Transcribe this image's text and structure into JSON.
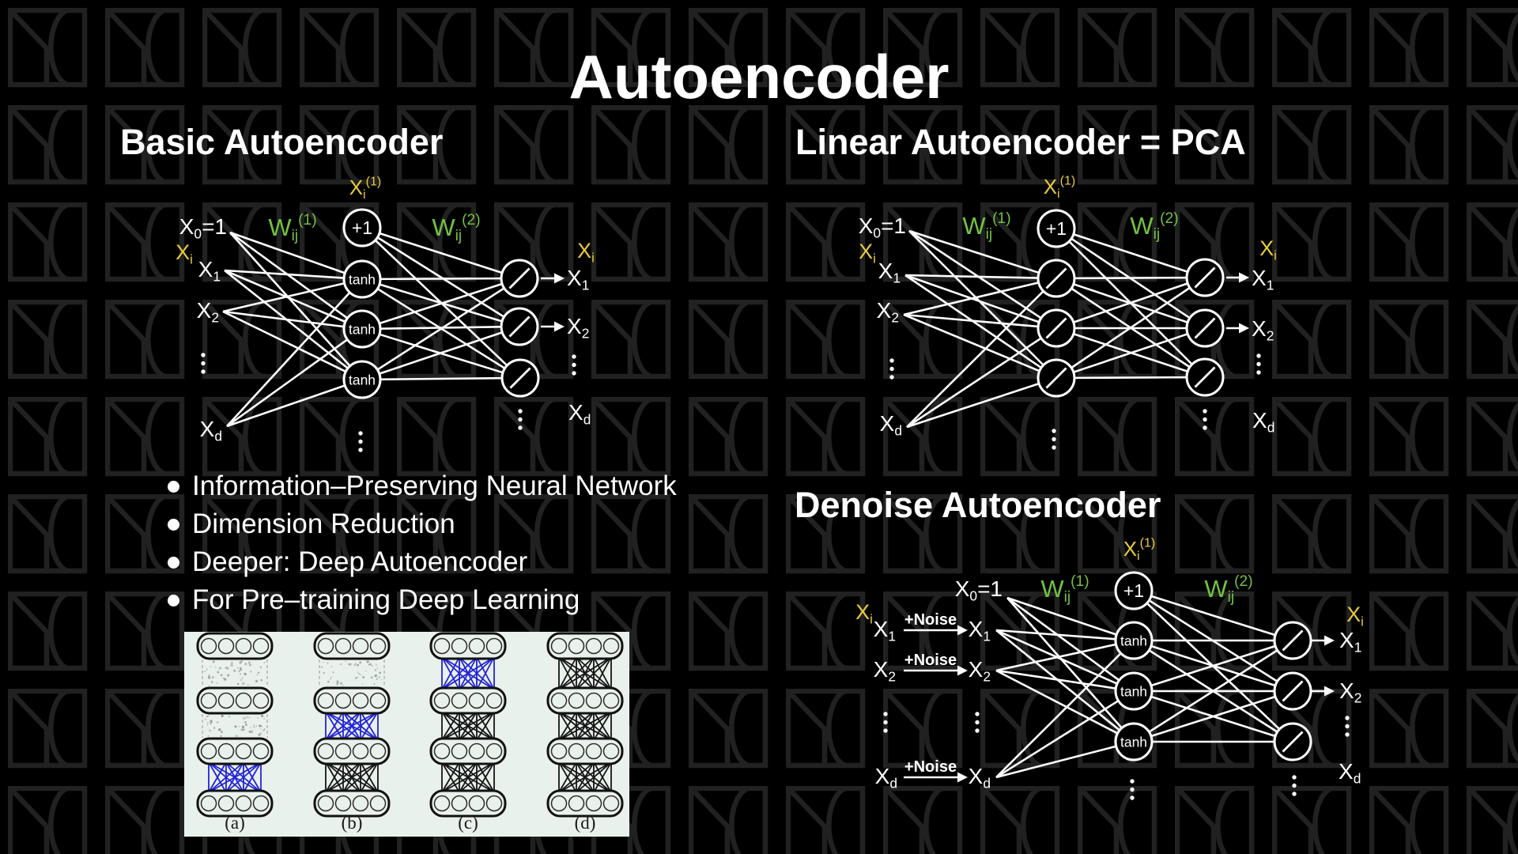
{
  "slide": {
    "title": "Autoencoder",
    "background_color": "#000000",
    "pattern_color": "#212121",
    "sections": {
      "basic": {
        "heading": "Basic Autoencoder"
      },
      "linear": {
        "heading": "Linear Autoencoder = PCA"
      },
      "denoise": {
        "heading": "Denoise Autoencoder"
      }
    },
    "bullets": [
      "Information–Preserving Neural Network",
      "Dimension Reduction",
      "Deeper: Deep Autoencoder",
      "For Pre–training Deep Learning"
    ]
  },
  "colors": {
    "text": "#ffffff",
    "yellow": "#e8cc3e",
    "green": "#72c243",
    "figure_bg": "#e9f1ec",
    "figure_blue": "#2323d6",
    "figure_black": "#151515",
    "figure_noise": "#9a9a9a"
  },
  "labels": {
    "x0": [
      {
        "t": "X"
      },
      {
        "t": "0",
        "s": "sub"
      },
      {
        "t": "=1"
      }
    ],
    "x1": [
      {
        "t": "X"
      },
      {
        "t": "1",
        "s": "sub"
      }
    ],
    "x2": [
      {
        "t": "X"
      },
      {
        "t": "2",
        "s": "sub"
      }
    ],
    "xd": [
      {
        "t": "X"
      },
      {
        "t": "d",
        "s": "sub"
      }
    ],
    "xi": [
      {
        "t": "X"
      },
      {
        "t": "i",
        "s": "sub"
      }
    ],
    "xi1": [
      {
        "t": "X"
      },
      {
        "t": "i",
        "s": "sub"
      },
      {
        "t": "(1)",
        "s": "sup"
      }
    ],
    "w1": [
      {
        "t": "W"
      },
      {
        "t": "ij",
        "s": "sub"
      },
      {
        "t": "(1)",
        "s": "sup"
      }
    ],
    "w2": [
      {
        "t": "W"
      },
      {
        "t": "ij",
        "s": "sub"
      },
      {
        "t": "(2)",
        "s": "sup"
      }
    ],
    "plus_one": "+1",
    "tanh": "tanh",
    "noise": "+Noise",
    "linear_unit_icon": "diagonal-slash",
    "vdots_icon": "vertical-ellipsis"
  },
  "figure": {
    "layers_per_column": 4,
    "units_per_layer": 4,
    "panel_labels": [
      "(a)",
      "(b)",
      "(c)",
      "(d)"
    ],
    "columns": [
      {
        "label": "(a)",
        "connections": [
          "noise",
          "noise",
          "new"
        ]
      },
      {
        "label": "(b)",
        "connections": [
          "noise",
          "new",
          "trained"
        ]
      },
      {
        "label": "(c)",
        "connections": [
          "new",
          "trained",
          "trained"
        ]
      },
      {
        "label": "(d)",
        "connections": [
          "trained",
          "trained",
          "trained"
        ]
      }
    ]
  }
}
